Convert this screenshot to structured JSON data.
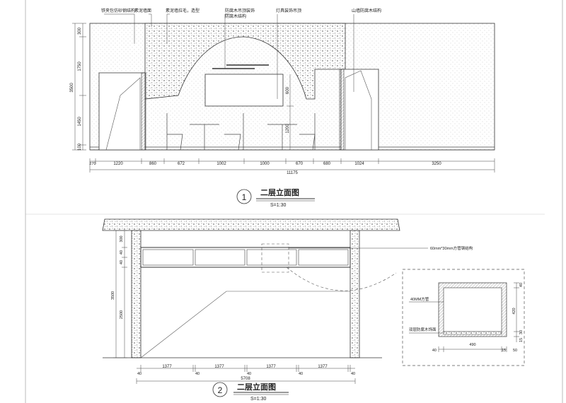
{
  "elevation1": {
    "notes": [
      "铁夹包仿砂钢结构",
      "素泥墙面",
      "素泥墙拉毛，造型",
      "防腐木吊顶装饰",
      "防腐木结构",
      "灯具装饰吊顶",
      "山墙防腐木结构"
    ],
    "left_dims": [
      "300",
      "1750",
      "1450",
      "100"
    ],
    "total_height": "3500",
    "inner_dims": [
      "600",
      "1200"
    ],
    "bottom_dims": [
      "270",
      "1220",
      "860",
      "672",
      "1002",
      "1000",
      "670",
      "680",
      "1024",
      "3250"
    ],
    "total_width": "11175",
    "title": "二层立面图",
    "scale": "S=1:30",
    "number": "1"
  },
  "elevation2": {
    "callout": "60mm*30mm方管钢结构",
    "left_dims": [
      "300",
      "40",
      "40",
      "2500"
    ],
    "total_height": "3500",
    "bottom_dims": [
      "40",
      "1377",
      "40",
      "1377",
      "40",
      "1377",
      "40",
      "1377",
      "40"
    ],
    "total_width": "5708",
    "title": "二层立面图",
    "scale": "S=1:30",
    "number": "2"
  },
  "detail": {
    "note_top": "40MM方管",
    "note_bottom": "双层防腐木饰面",
    "right_dims": [
      "40",
      "420",
      "30",
      "15"
    ],
    "bottom_dims": [
      "40",
      "490",
      "15",
      "50"
    ]
  }
}
